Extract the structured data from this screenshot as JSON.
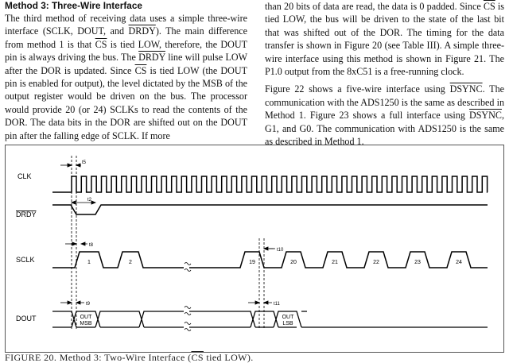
{
  "left_column": {
    "heading": "Method 3: Three-Wire Interface",
    "paragraph": [
      {
        "t": "The third method of receiving data uses a simple three-wire interface (SCLK, DOUT, and "
      },
      {
        "t": "DRDY",
        "ol": true
      },
      {
        "t": "). The main difference from method 1 is that "
      },
      {
        "t": "CS",
        "ol": true
      },
      {
        "t": " is tied LOW, therefore, the DOUT pin is always driving the bus. The "
      },
      {
        "t": "DRDY",
        "ol": true
      },
      {
        "t": " line will pulse LOW after the DOR is updated. Since "
      },
      {
        "t": "CS",
        "ol": true
      },
      {
        "t": " is tied LOW (the DOUT pin is enabled for output), the level dictated by the MSB of the output register would be driven on the bus. The processor would provide 20 (or 24) SCLKs to read the contents of the DOR. The data bits in the DOR are shifted out on the DOUT pin after the falling edge of SCLK. If more"
      }
    ]
  },
  "right_column": {
    "paragraph1": [
      {
        "t": "than 20 bits of data are read, the data is 0 padded. Since "
      },
      {
        "t": "CS",
        "ol": true
      },
      {
        "t": " is tied LOW, the bus will be driven to the state of the last bit that was shifted out of the DOR. The timing for the data transfer is shown in Figure 20 (see Table III). A simple three-wire interface using this method is shown in Figure 21. The P1.0 output from the 8xC51 is a free-running clock."
      }
    ],
    "paragraph2": [
      {
        "t": "Figure 22 shows a five-wire interface using "
      },
      {
        "t": "DSYNC",
        "ol": true
      },
      {
        "t": ". The communication with the ADS1250 is the same as described in Method 1. Figure 23 shows a full interface using "
      },
      {
        "t": "DSYNC",
        "ol": true
      },
      {
        "t": ", G1, and G0. The communication with ADS1250 is the same as described in Method 1."
      }
    ]
  },
  "figure": {
    "signals": {
      "clk": "CLK",
      "drdy": "DRDY",
      "sclk": "SCLK",
      "dout": "DOUT"
    },
    "timing_labels": {
      "t5": "t5",
      "t2": "t2",
      "t8": "t8",
      "t10": "t10",
      "t9": "t9",
      "t11": "t11"
    },
    "sclk_pulse_numbers": [
      "1",
      "2",
      "19",
      "20",
      "21",
      "22",
      "23",
      "24"
    ],
    "dout_out_label": "OUT",
    "dout_msb_label": "MSB",
    "dout_lsb_label": "LSB",
    "caption": [
      {
        "t": "FIGURE 20. Method 3: Two-Wire Interface ("
      },
      {
        "t": "CS",
        "ol": true
      },
      {
        "t": " tied LOW)."
      }
    ]
  }
}
